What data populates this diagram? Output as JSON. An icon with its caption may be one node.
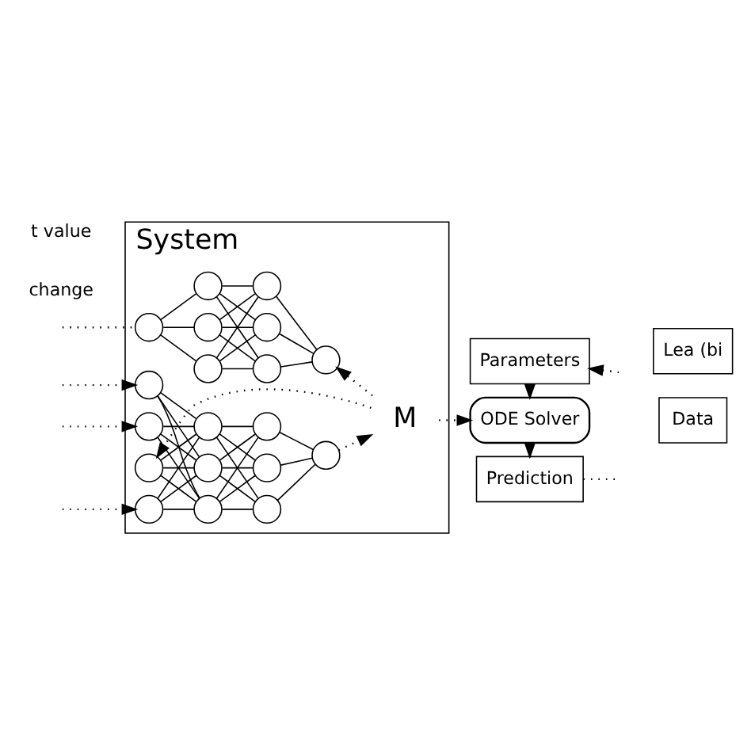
{
  "diagram": {
    "nodes": [
      {
        "text": [
          "System"
        ]
      },
      {
        "text": [
          "M"
        ],
        "in": 0
      },
      {
        "text": [],
        "shape": "circle",
        "in": 0
      },
      {
        "text": [],
        "shape": "circle",
        "in": 0
      },
      {
        "text": [],
        "shape": "circle",
        "in": 0
      },
      {
        "text": [],
        "shape": "circle",
        "in": 0
      },
      {
        "text": [],
        "shape": "circle",
        "in": 0
      },
      {
        "text": [],
        "shape": "circle",
        "in": 0
      },
      {
        "text": [],
        "shape": "circle",
        "in": 0
      },
      {
        "text": [],
        "shape": "circle",
        "in": 0
      },
      {
        "text": [],
        "shape": "circle",
        "in": 0
      },
      {
        "text": [],
        "shape": "circle",
        "in": 0
      },
      {
        "text": [],
        "shape": "circle",
        "in": 0
      },
      {
        "text": [],
        "shape": "circle",
        "in": 0
      },
      {
        "text": [],
        "shape": "circle",
        "in": 0
      },
      {
        "text": [],
        "shape": "circle",
        "in": 0
      },
      {
        "text": [],
        "shape": "circle",
        "in": 0
      },
      {
        "text": [],
        "shape": "circle",
        "in": 0
      },
      {
        "text": [],
        "shape": "circle",
        "in": 0
      },
      {
        "text": [],
        "shape": "circle",
        "in": 0
      },
      {
        "text": [],
        "shape": "circle",
        "in": 0
      },
      {
        "text": [
          "ODE Solver"
        ]
      },
      {
        "text": [
          "Parameters"
        ]
      },
      {
        "text": [
          "Lea (bi"
        ]
      },
      {
        "text": [
          "Data"
        ]
      },
      {
        "text": [
          "Prediction"
        ]
      }
    ],
    "edges": [
      {
        "from": 2,
        "to": 3,
        "arrow": "none"
      },
      {
        "from": 2,
        "to": 4,
        "arrow": "none"
      },
      {
        "from": 2,
        "to": 5,
        "arrow": "none"
      },
      {
        "from": 3,
        "to": 6,
        "arrow": "none"
      },
      {
        "from": 3,
        "to": 7,
        "arrow": "none"
      },
      {
        "from": 3,
        "to": 8,
        "arrow": "none"
      },
      {
        "from": 4,
        "to": 6,
        "arrow": "none"
      },
      {
        "from": 4,
        "to": 7,
        "arrow": "none"
      },
      {
        "from": 4,
        "to": 8,
        "arrow": "none"
      },
      {
        "from": 5,
        "to": 6,
        "arrow": "none"
      },
      {
        "from": 5,
        "to": 7,
        "arrow": "none"
      },
      {
        "from": 5,
        "to": 8,
        "arrow": "none"
      },
      {
        "from": 6,
        "to": 9,
        "arrow": "none"
      },
      {
        "from": 7,
        "to": 9,
        "arrow": "none"
      },
      {
        "from": 8,
        "to": 9,
        "arrow": "none"
      },
      {
        "from": 10,
        "to": 14,
        "arrow": "none"
      },
      {
        "from": 10,
        "to": 15,
        "arrow": "none"
      },
      {
        "from": 10,
        "to": 16,
        "arrow": "none"
      },
      {
        "from": 11,
        "to": 14,
        "arrow": "none"
      },
      {
        "from": 11,
        "to": 15,
        "arrow": "none"
      },
      {
        "from": 11,
        "to": 16,
        "arrow": "none"
      },
      {
        "from": 12,
        "to": 14,
        "arrow": "none"
      },
      {
        "from": 12,
        "to": 15,
        "arrow": "none"
      },
      {
        "from": 12,
        "to": 16,
        "arrow": "none"
      },
      {
        "from": 13,
        "to": 14,
        "arrow": "none"
      },
      {
        "from": 13,
        "to": 15,
        "arrow": "none"
      },
      {
        "from": 13,
        "to": 16,
        "arrow": "none"
      },
      {
        "from": 14,
        "to": 17,
        "arrow": "none"
      },
      {
        "from": 14,
        "to": 18,
        "arrow": "none"
      },
      {
        "from": 14,
        "to": 19,
        "arrow": "none"
      },
      {
        "from": 15,
        "to": 17,
        "arrow": "none"
      },
      {
        "from": 15,
        "to": 18,
        "arrow": "none"
      },
      {
        "from": 15,
        "to": 19,
        "arrow": "none"
      },
      {
        "from": 16,
        "to": 17,
        "arrow": "none"
      },
      {
        "from": 16,
        "to": 18,
        "arrow": "none"
      },
      {
        "from": 16,
        "to": 19,
        "arrow": "none"
      },
      {
        "from": 17,
        "to": 20,
        "arrow": "none"
      },
      {
        "from": 18,
        "to": 20,
        "arrow": "none"
      },
      {
        "from": 19,
        "to": 20,
        "arrow": "none"
      },
      {
        "from": 2,
        "to": null,
        "arrow": "none",
        "style": "dashed"
      },
      {
        "from": 1,
        "to": 9,
        "arrow": "to",
        "style": "dashed"
      },
      {
        "from": 1,
        "to": 10,
        "arrow": "to",
        "style": "dashed"
      },
      {
        "from": null,
        "to": 11,
        "arrow": "to",
        "style": "dashed"
      },
      {
        "from": null,
        "to": 12,
        "arrow": "to",
        "style": "dashed"
      },
      {
        "from": null,
        "to": 13,
        "arrow": "to",
        "style": "dashed"
      },
      {
        "from": 20,
        "to": 1,
        "arrow": "to",
        "style": "dashed"
      },
      {
        "from": 1,
        "to": 21,
        "arrow": "to",
        "style": "dashed"
      },
      {
        "from": 22,
        "to": 21,
        "arrow": "to",
        "style": "dashed"
      },
      {
        "from": null,
        "to": 22,
        "arrow": "to",
        "style": "dashed"
      },
      {
        "from": 21,
        "to": 25,
        "arrow": "to",
        "style": "dashed"
      },
      {
        "from": 25,
        "to": null,
        "arrow": "none",
        "style": "dashed"
      }
    ],
    "labels": [
      "change",
      "t value"
    ]
  }
}
